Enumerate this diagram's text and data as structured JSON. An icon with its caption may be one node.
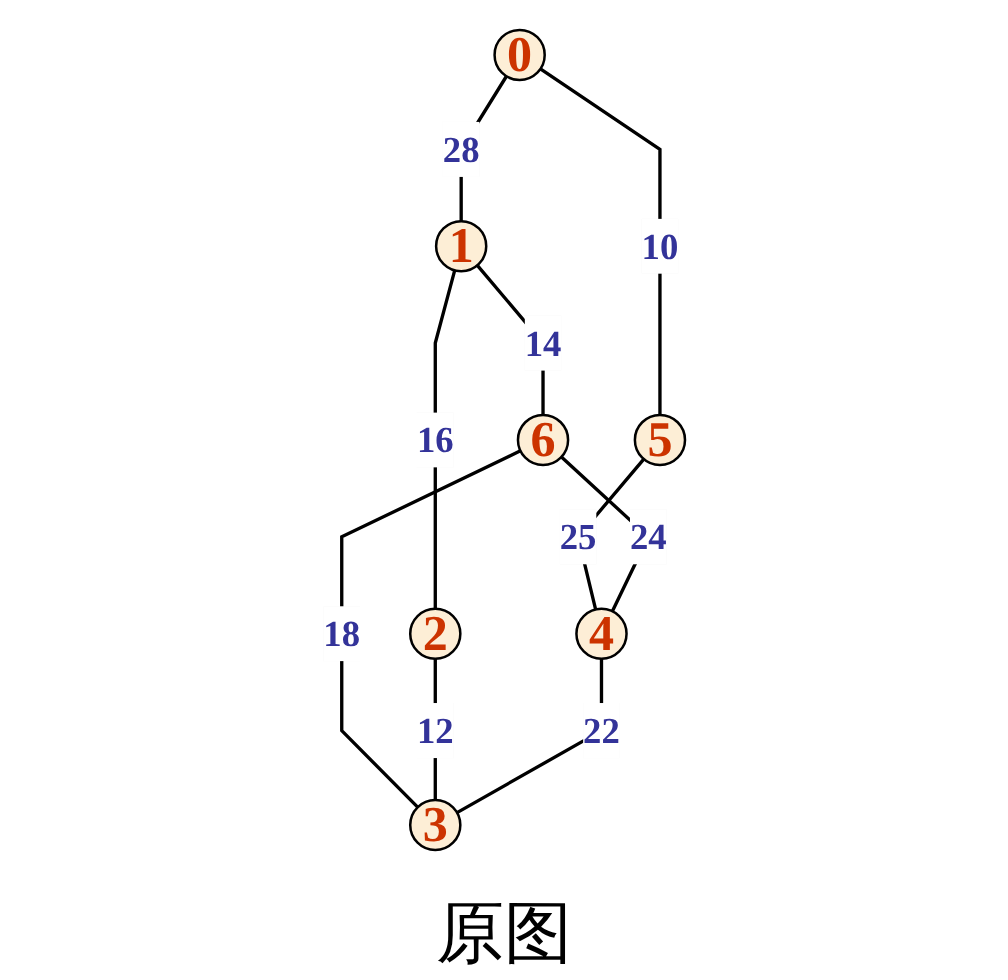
{
  "diagram": {
    "caption": "原图",
    "nodes": [
      {
        "text": [
          "0"
        ]
      },
      {
        "text": [
          "1"
        ]
      },
      {
        "text": [
          "5"
        ]
      },
      {
        "text": [
          "6"
        ]
      },
      {
        "text": [
          "2"
        ]
      },
      {
        "text": [
          "4"
        ]
      },
      {
        "text": [
          "3"
        ]
      }
    ],
    "edges": [
      {
        "from": 0,
        "to": 1,
        "arrow": "none",
        "label": "28"
      },
      {
        "from": 0,
        "to": 2,
        "arrow": "none",
        "label": "10"
      },
      {
        "from": 1,
        "to": 3,
        "arrow": "none",
        "label": "14"
      },
      {
        "from": 1,
        "to": 4,
        "arrow": "none",
        "label": "16"
      },
      {
        "from": 2,
        "to": 5,
        "arrow": "none",
        "label": "25"
      },
      {
        "from": 3,
        "to": 5,
        "arrow": "none",
        "label": "24"
      },
      {
        "from": 3,
        "to": 6,
        "arrow": "none",
        "label": "18"
      },
      {
        "from": 4,
        "to": 6,
        "arrow": "none",
        "label": "12"
      },
      {
        "from": 5,
        "to": 6,
        "arrow": "none",
        "label": "22"
      }
    ]
  }
}
